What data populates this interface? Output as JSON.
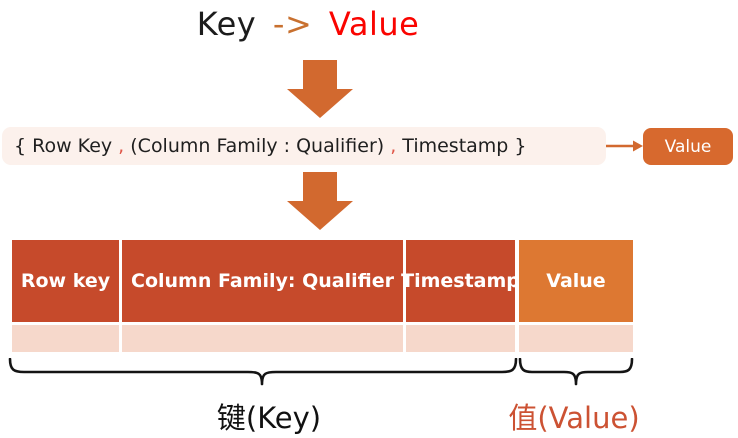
{
  "title": {
    "key": "Key",
    "arrow": "->",
    "value": "Value"
  },
  "formula": {
    "parts": [
      "{ Row Key ",
      ",",
      " (Column Family : Qualifier) ",
      ",",
      " Timestamp }"
    ]
  },
  "value_box": {
    "label": "Value"
  },
  "table": {
    "headers": [
      {
        "label": "Row key",
        "group": "key"
      },
      {
        "label": "Column Family: Qualifier",
        "group": "key"
      },
      {
        "label": "Timestamp",
        "group": "key"
      },
      {
        "label": "Value",
        "group": "value"
      }
    ],
    "rows": [
      [
        "",
        "",
        "",
        ""
      ]
    ]
  },
  "braces": {
    "key_label": "键(Key)",
    "value_label": "值(Value)"
  },
  "colors": {
    "brick_red": "#c64a2b",
    "value_orange": "#dd7832",
    "arrow_orange": "#d2692f",
    "chip_orange": "#d7692e",
    "pink_row": "#f6d8cb",
    "formula_bg": "#fcf1ec",
    "comma_red": "#e0584a",
    "title_value_red": "#fa0400",
    "title_arrow_orange": "#c8702f",
    "value_label_orange": "#cc5233"
  }
}
